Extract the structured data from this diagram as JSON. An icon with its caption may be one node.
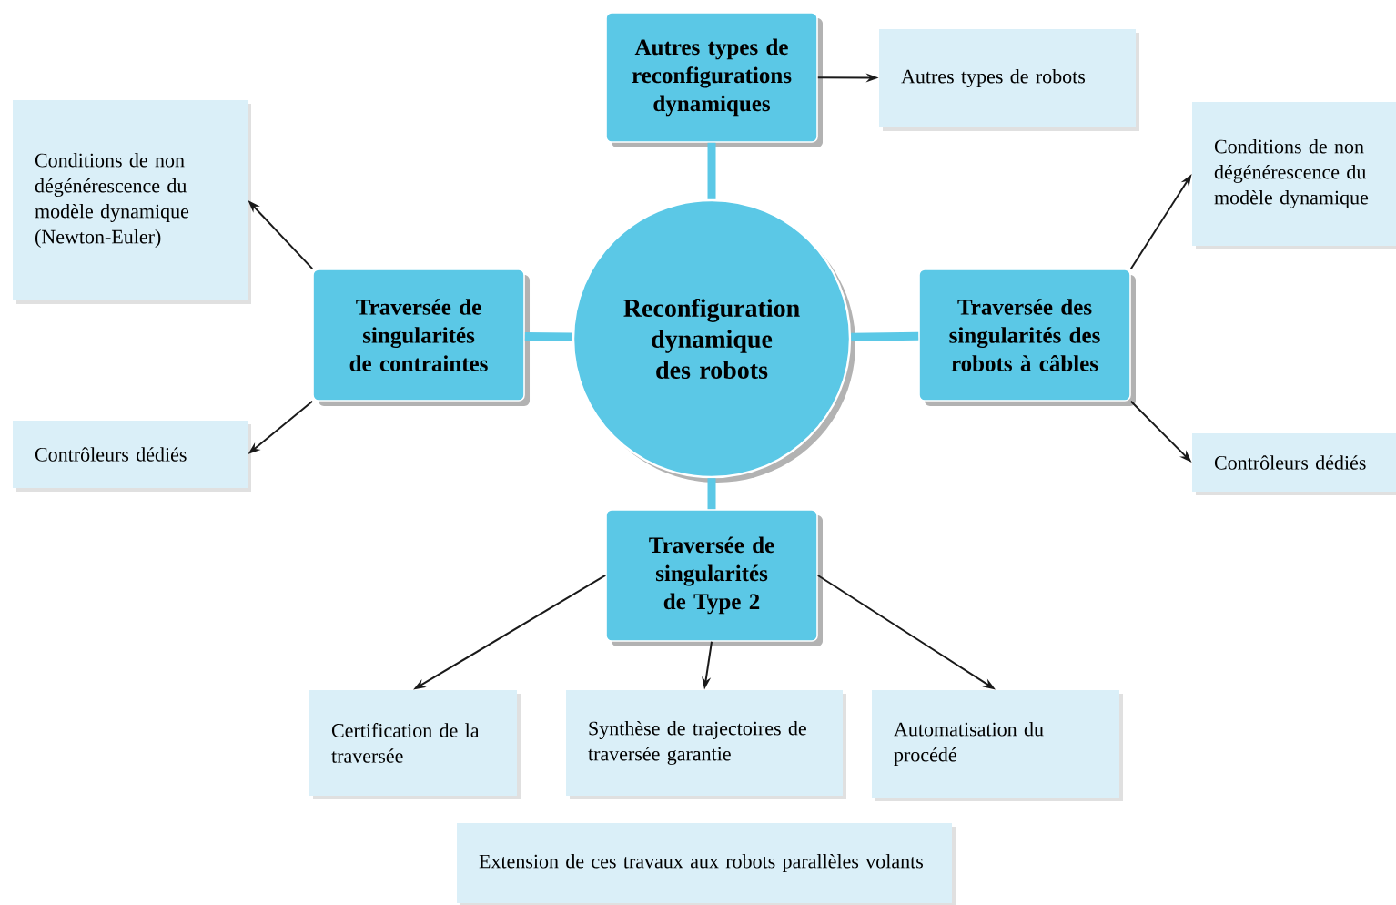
{
  "diagram": {
    "nodes": [
      {
        "text": [
          "Reconfiguration dynamique des robots"
        ]
      },
      {
        "text": [
          "Autres types de reconfigurations dynamiques"
        ]
      },
      {
        "text": [
          "Autres types de robots"
        ]
      },
      {
        "text": [
          "Traversée de singularités de contraintes"
        ]
      },
      {
        "text": [
          "Conditions de non dégénérescence du modèle dynamique (Newton-Euler)"
        ]
      },
      {
        "text": [
          "Contrôleurs dédiés"
        ]
      },
      {
        "text": [
          "Traversée des singularités des robots à câbles"
        ]
      },
      {
        "text": [
          "Conditions de non dégénérescence du modèle dynamique"
        ]
      },
      {
        "text": [
          "Contrôleurs dédiés"
        ]
      },
      {
        "text": [
          "Traversée de singularités de Type 2"
        ]
      },
      {
        "text": [
          "Certification de la traversée"
        ]
      },
      {
        "text": [
          "Synthèse de trajectoires de traversée garantie"
        ]
      },
      {
        "text": [
          "Automatisation du procédé"
        ]
      },
      {
        "text": [
          "Extension de ces travaux aux robots parallèles volants"
        ]
      }
    ],
    "edges": [
      {
        "from": 0,
        "to": 1,
        "arrow": "none",
        "style": "thick",
        "color": "#5bc8e6"
      },
      {
        "from": 0,
        "to": 3,
        "arrow": "none",
        "style": "thick",
        "color": "#5bc8e6"
      },
      {
        "from": 0,
        "to": 6,
        "arrow": "none",
        "style": "thick",
        "color": "#5bc8e6"
      },
      {
        "from": 0,
        "to": 9,
        "arrow": "none",
        "style": "thick",
        "color": "#5bc8e6"
      },
      {
        "from": 1,
        "to": 2,
        "arrow": "to"
      },
      {
        "from": 3,
        "to": 4,
        "arrow": "to"
      },
      {
        "from": 3,
        "to": 5,
        "arrow": "to"
      },
      {
        "from": 6,
        "to": 7,
        "arrow": "to"
      },
      {
        "from": 6,
        "to": 8,
        "arrow": "to"
      },
      {
        "from": 9,
        "to": 10,
        "arrow": "to"
      },
      {
        "from": 9,
        "to": 11,
        "arrow": "to"
      },
      {
        "from": 9,
        "to": 12,
        "arrow": "to"
      }
    ]
  }
}
